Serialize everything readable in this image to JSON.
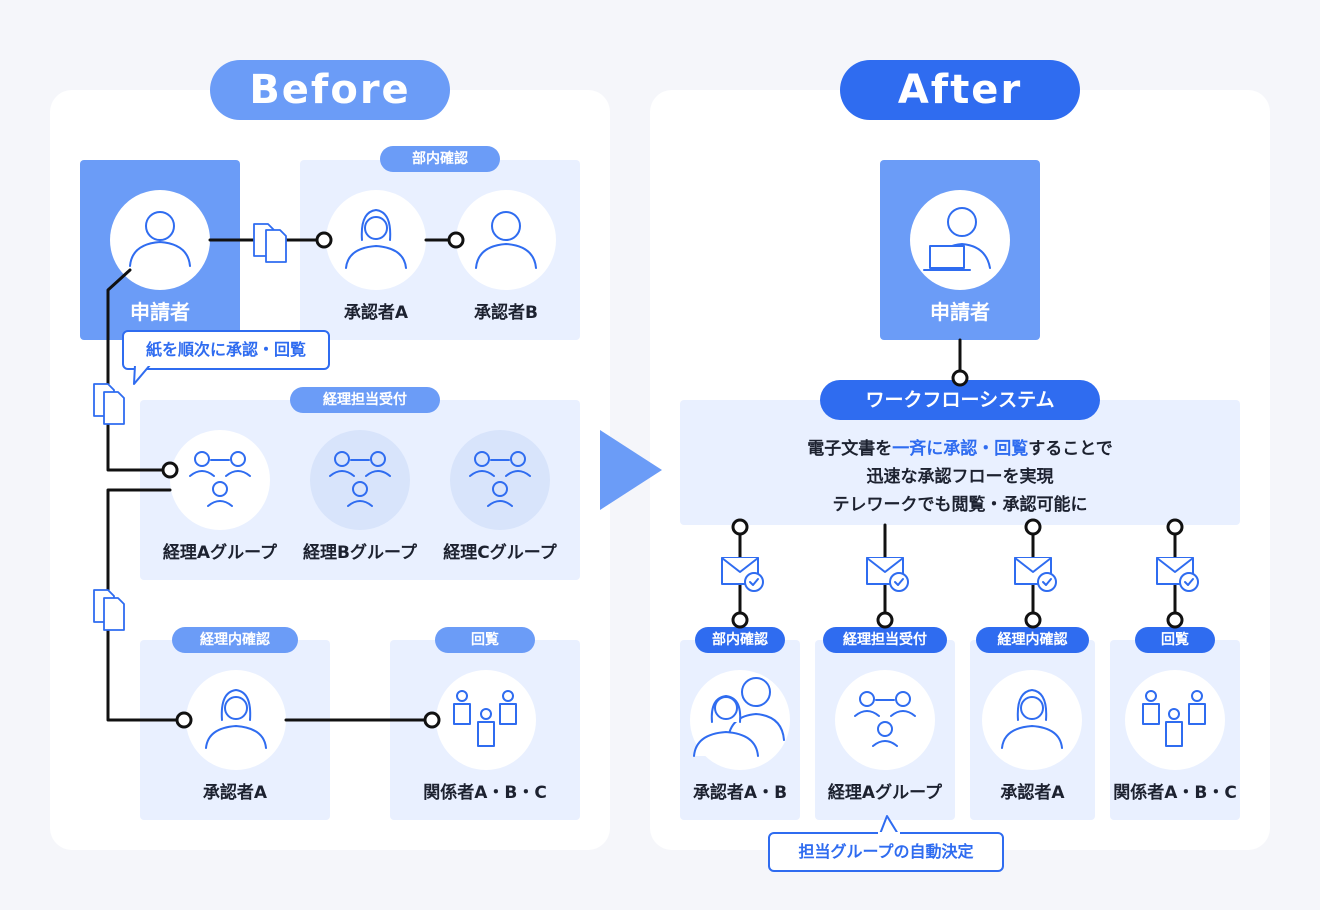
{
  "before": {
    "title": "Before",
    "applicant": "申請者",
    "section_dept_check": "部内確認",
    "approver_a": "承認者A",
    "approver_b": "承認者B",
    "callout": "紙を順次に承認・回覧",
    "section_accounting": "経理担当受付",
    "group_a": "経理Aグループ",
    "group_b": "経理Bグループ",
    "group_c": "経理Cグループ",
    "section_accounting_check": "経理内確認",
    "section_circulation": "回覧",
    "approver_a2": "承認者A",
    "stakeholders": "関係者A・B・C"
  },
  "after": {
    "title": "After",
    "applicant": "申請者",
    "workflow_system": "ワークフローシステム",
    "desc_line1_a": "電子文書を",
    "desc_line1_b": "一斉に承認・回覧",
    "desc_line1_c": "することで",
    "desc_line2": "迅速な承認フローを実現",
    "desc_line3": "テレワークでも閲覧・承認可能に",
    "cards": [
      {
        "tag": "部内確認",
        "label": "承認者A・B"
      },
      {
        "tag": "経理担当受付",
        "label": "経理Aグループ"
      },
      {
        "tag": "経理内確認",
        "label": "承認者A"
      },
      {
        "tag": "回覧",
        "label": "関係者A・B・C"
      }
    ],
    "callout": "担当グループの自動決定"
  },
  "colors": {
    "before_pill": "#6b9cf7",
    "after_pill": "#2f6cf0",
    "light_box": "#e9f0ff",
    "applicant_before": "#6b9cf7",
    "applicant_after": "#6b9cf7",
    "arrow": "#6b9cf7",
    "line": "#111111",
    "icon_stroke": "#2f6cf0"
  }
}
